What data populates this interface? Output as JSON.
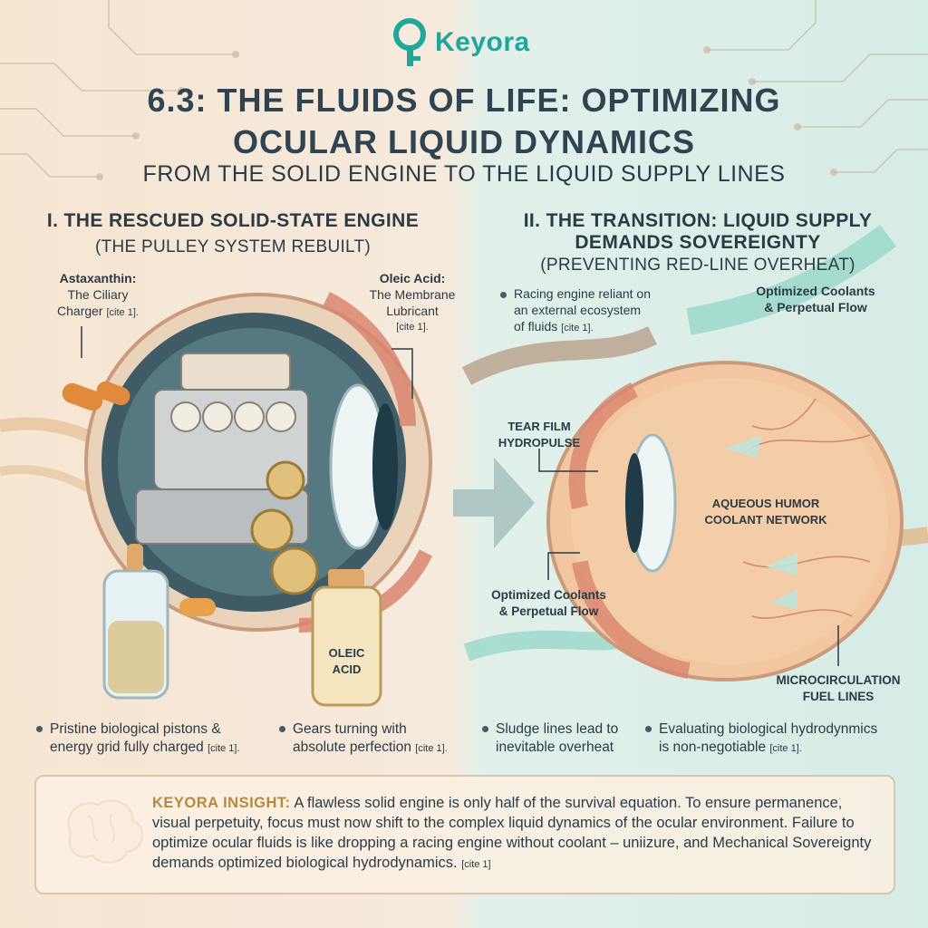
{
  "brand": {
    "logo_text": "Keyora"
  },
  "header": {
    "title_line1": "6.3: THE FLUIDS OF LIFE: OPTIMIZING",
    "title_line2": "OCULAR LIQUID DYNAMICS",
    "subtitle": "FROM THE SOLID ENGINE TO THE LIQUID SUPPLY LINES"
  },
  "left": {
    "heading": "I. THE RESCUED SOLID-STATE ENGINE",
    "subheading": "(THE PULLEY SYSTEM REBUILT)",
    "astaxanthin": {
      "name": "Astaxanthin:",
      "desc_line1": "The Ciliary",
      "desc_line2": "Charger",
      "cite": "[cite 1]."
    },
    "oleic": {
      "name": "Oleic Acid:",
      "desc_line1": "The Membrane",
      "desc_line2": "Lubricant",
      "cite": "[cite 1]."
    },
    "bottle_label_line1": "OLEIC",
    "bottle_label_line2": "ACID",
    "bullets": [
      {
        "line1": "Pristine biological pistons &",
        "line2": "energy grid fully charged",
        "cite": "[cite 1]."
      },
      {
        "line1": "Gears turning with",
        "line2": "absolute perfection",
        "cite": "[cite 1]."
      }
    ]
  },
  "right": {
    "heading_line1": "II. THE TRANSITION: LIQUID SUPPLY",
    "heading_line2": "DEMANDS SOVEREIGNTY",
    "subheading": "(PREVENTING RED-LINE OVERHEAT)",
    "racing": {
      "line1": "Racing engine reliant on",
      "line2": "an external ecosystem",
      "line3": "of fluids",
      "cite": "[cite 1]."
    },
    "coolants_top": {
      "line1": "Optimized Coolants",
      "line2": "& Perpetual Flow"
    },
    "tear_film": {
      "line1": "TEAR FILM",
      "line2": "HYDROPULSE"
    },
    "aqueous": {
      "line1": "AQUEOUS HUMOR",
      "line2": "COOLANT NETWORK"
    },
    "coolants_bottom": {
      "line1": "Optimized Coolants",
      "line2": "& Perpetual Flow"
    },
    "micro": {
      "line1": "MICROCIRCULATION",
      "line2": "FUEL LINES"
    },
    "bullets": [
      {
        "line1": "Sludge lines lead to",
        "line2": "inevitable overheat",
        "cite": ""
      },
      {
        "line1": "Evaluating biological hydrodynmics",
        "line2": "is non-negotiable",
        "cite": "[cite 1]."
      }
    ]
  },
  "insight": {
    "heading": "KEYORA INSIGHT:",
    "body": " A flawless solid engine is only half of the survival equation. To ensure permanence, visual perpetuity, focus must now shift to the complex liquid dynamics of the ocular environment. Failure to optimize ocular fluids is like dropping a racing engine without coolant – uniizure, and Mechanical Sovereignty demands optimized biological hydrodynamics.",
    "cite": "[cite 1]"
  },
  "colors": {
    "teal": "#1fa79a",
    "gold": "#b5893e",
    "ink": "#2b3b45"
  }
}
